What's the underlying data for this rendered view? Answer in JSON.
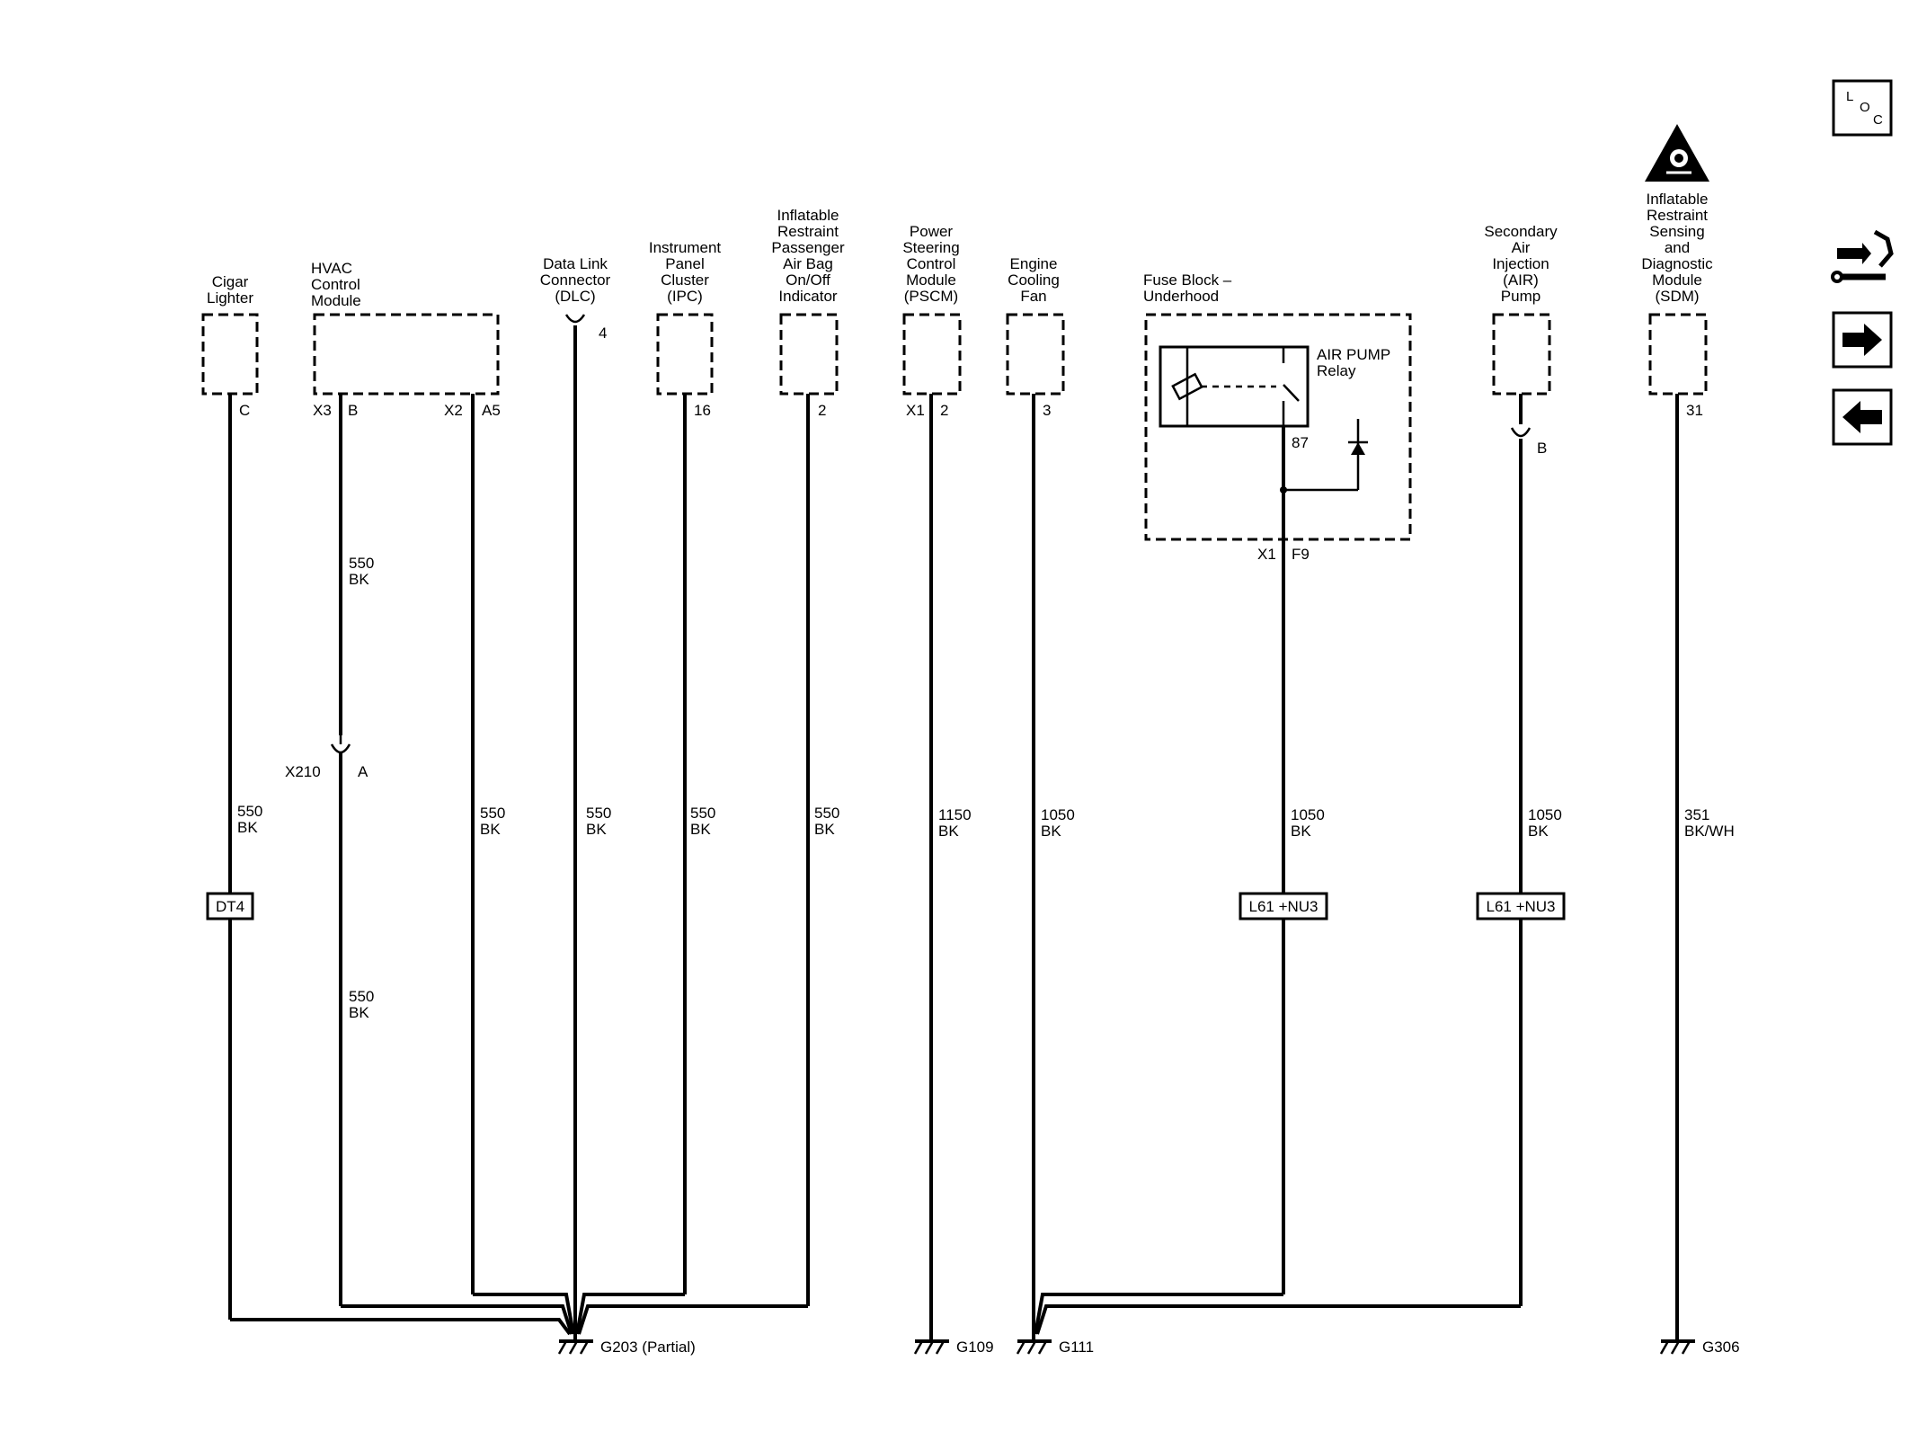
{
  "components": {
    "cigar_lighter": [
      "Cigar",
      "Lighter"
    ],
    "hvac": [
      "HVAC",
      "Control",
      "Module"
    ],
    "dlc": [
      "Data Link",
      "Connector",
      "(DLC)"
    ],
    "ipc": [
      "Instrument",
      "Panel",
      "Cluster",
      "(IPC)"
    ],
    "airbag_indicator": [
      "Inflatable",
      "Restraint",
      "Passenger",
      "Air Bag",
      "On/Off",
      "Indicator"
    ],
    "pscm": [
      "Power",
      "Steering",
      "Control",
      "Module",
      "(PSCM)"
    ],
    "fan": [
      "Engine",
      "Cooling",
      "Fan"
    ],
    "fuse_block": [
      "Fuse Block –",
      "Underhood"
    ],
    "air_pump": [
      "Secondary",
      "Air",
      "Injection",
      "(AIR)",
      "Pump"
    ],
    "sdm": [
      "Inflatable",
      "Restraint",
      "Sensing",
      "and",
      "Diagnostic",
      "Module",
      "(SDM)"
    ]
  },
  "relay": {
    "name": "AIR PUMP",
    "suffix": "Relay",
    "terminal": "87"
  },
  "pins": {
    "cigar": "C",
    "hvac_x3": "X3",
    "hvac_b": "B",
    "hvac_x2": "X2",
    "hvac_a5": "A5",
    "dlc": "4",
    "ipc": "16",
    "airbag": "2",
    "pscm_x1": "X1",
    "pscm_2": "2",
    "fan": "3",
    "fuse_x1": "X1",
    "fuse_f9": "F9",
    "air_b": "B",
    "sdm": "31"
  },
  "inline_connector": {
    "name": "X210",
    "pin": "A"
  },
  "wires": {
    "hvac_upper": [
      "550",
      "BK"
    ],
    "hvac_lower": [
      "550",
      "BK"
    ],
    "cigar": [
      "550",
      "BK"
    ],
    "hvac_x2": [
      "550",
      "BK"
    ],
    "dlc": [
      "550",
      "BK"
    ],
    "ipc": [
      "550",
      "BK"
    ],
    "airbag": [
      "550",
      "BK"
    ],
    "pscm": [
      "1150",
      "BK"
    ],
    "fan": [
      "1050",
      "BK"
    ],
    "fuse": [
      "1050",
      "BK"
    ],
    "air": [
      "1050",
      "BK"
    ],
    "sdm": [
      "351",
      "BK/WH"
    ]
  },
  "option_boxes": {
    "dt4": "DT4",
    "l61_fuse": "L61 +NU3",
    "l61_air": "L61 +NU3"
  },
  "grounds": {
    "g203": "G203 (Partial)",
    "g109": "G109",
    "g111": "G111",
    "g306": "G306"
  },
  "nav": {
    "loc": {
      "l": "L",
      "o": "O",
      "c": "C"
    },
    "icons": [
      "connector-wrench-icon",
      "arrow-right-icon",
      "arrow-left-icon"
    ]
  },
  "warning_icon": "airbag-warning-icon"
}
